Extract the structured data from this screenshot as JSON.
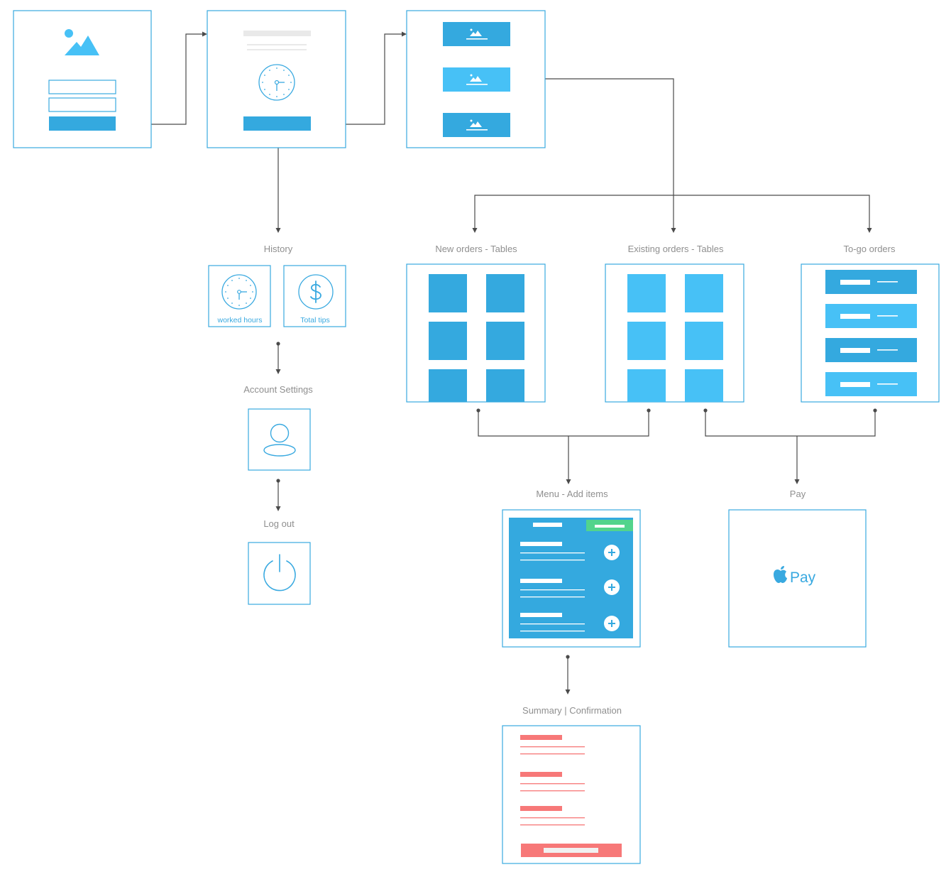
{
  "colors": {
    "frame": "#39a9e0",
    "primary_blue": "#34a9df",
    "light_blue": "#47c1f6",
    "green": "#52d48c",
    "coral": "#f77878",
    "connector": "#4a4a4a",
    "label": "#8f8f8f",
    "placeholder_gray": "#e9e9e9"
  },
  "labels": {
    "history": "History",
    "account_settings": "Account Settings",
    "log_out": "Log out",
    "new_orders": "New orders - Tables",
    "existing_orders": "Existing orders - Tables",
    "to_go_orders": "To-go orders",
    "menu_add_items": "Menu - Add items",
    "pay": "Pay",
    "summary_confirmation": "Summary | Confirmation"
  },
  "history_cards": {
    "worked_hours": "worked hours",
    "total_tips": "Total tips"
  },
  "pay_screen": {
    "pay_text": "Pay"
  },
  "icons": {
    "login_hero": "image-icon",
    "clock": "clock-icon",
    "category_image": "image-icon",
    "dollar": "dollar-icon",
    "user": "user-icon",
    "power": "power-icon",
    "add": "plus-icon",
    "apple": "apple-icon"
  }
}
